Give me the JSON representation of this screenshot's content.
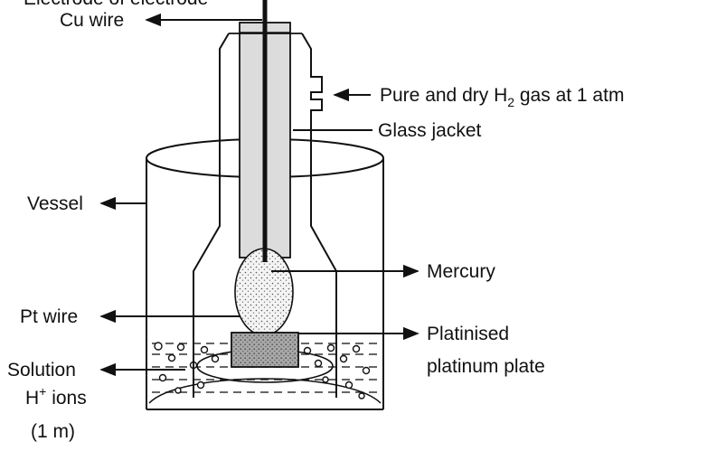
{
  "labels": {
    "top_cut": "Electrode of electrode",
    "cu_wire": "Cu wire",
    "h2_gas_prefix": "Pure and dry H",
    "h2_gas_sub": "2",
    "h2_gas_suffix": " gas at 1 atm",
    "glass_jacket": "Glass  jacket",
    "vessel": "Vessel",
    "mercury": "Mercury",
    "pt_wire": "Pt wire",
    "plate_line1": "Platinised",
    "plate_line2": "platinum plate",
    "solution": "Solution",
    "hplus_prefix": "H",
    "hplus_sup": "+",
    "hplus_suffix": " ions",
    "concentration": "(1 m)"
  },
  "colors": {
    "line": "#111111",
    "jacket_fill": "#dcdcdc",
    "plate_fill": "#9a9a9a",
    "mercury_fill": "#f2f2f2"
  }
}
